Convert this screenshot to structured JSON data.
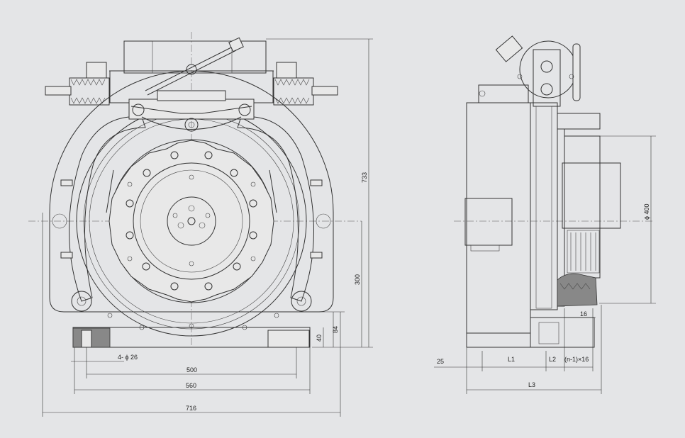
{
  "front_view": {
    "dimensions": {
      "overall_width": "716",
      "base_width": "560",
      "hole_spacing": "500",
      "height": "733",
      "shaft_height": "300",
      "base_height": "84",
      "foot_height": "40",
      "holes": "4- ϕ 26"
    }
  },
  "side_view": {
    "dimensions": {
      "sheave_diameter": "ϕ 400",
      "offset": "25",
      "l1": "L1",
      "l2": "L2",
      "l3": "L3",
      "groove_pitch": "(n-1)×16",
      "groove": "16"
    }
  }
}
